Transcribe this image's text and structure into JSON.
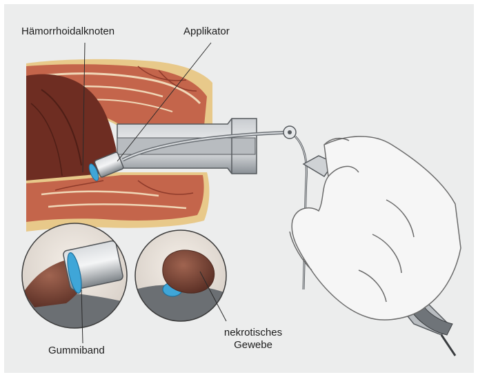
{
  "labels": {
    "hemorrhoid": "Hämorrhoidalknoten",
    "applicator": "Applikator",
    "rubber_band": "Gummiband",
    "necrotic_line1": "nekrotisches",
    "necrotic_line2": "Gewebe"
  },
  "colors": {
    "background": "#eceded",
    "muscle": "#b5553f",
    "tissue_dark": "#6e2d22",
    "fat": "#e8c98a",
    "band": "#3fa6d8",
    "metal": "#9aa0a6"
  }
}
